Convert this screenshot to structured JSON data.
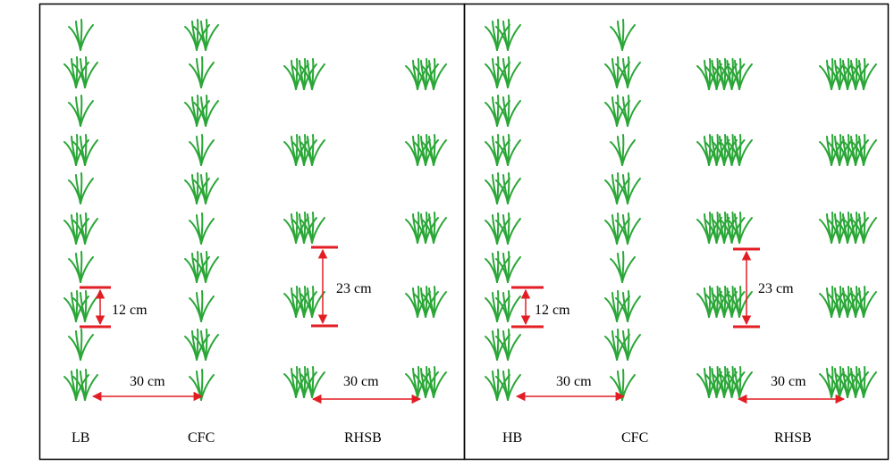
{
  "colors": {
    "plant": "#2aa637",
    "measure": "#e21e24",
    "border": "#000000",
    "text": "#000000"
  },
  "panels": [
    {
      "id": "left",
      "labels": {
        "col1": "LB",
        "col2": "CFC",
        "col3": "RHSB"
      },
      "row_spacing_label": "12 cm",
      "hill_spacing_label": "23 cm",
      "col_spacing_label_1": "30 cm",
      "col_spacing_label_2": "30 cm"
    },
    {
      "id": "right",
      "labels": {
        "col1": "HB",
        "col2": "CFC",
        "col3": "RHSB"
      },
      "row_spacing_label": "12 cm",
      "hill_spacing_label": "23 cm",
      "col_spacing_label_1": "30 cm",
      "col_spacing_label_2": "30 cm"
    }
  ]
}
